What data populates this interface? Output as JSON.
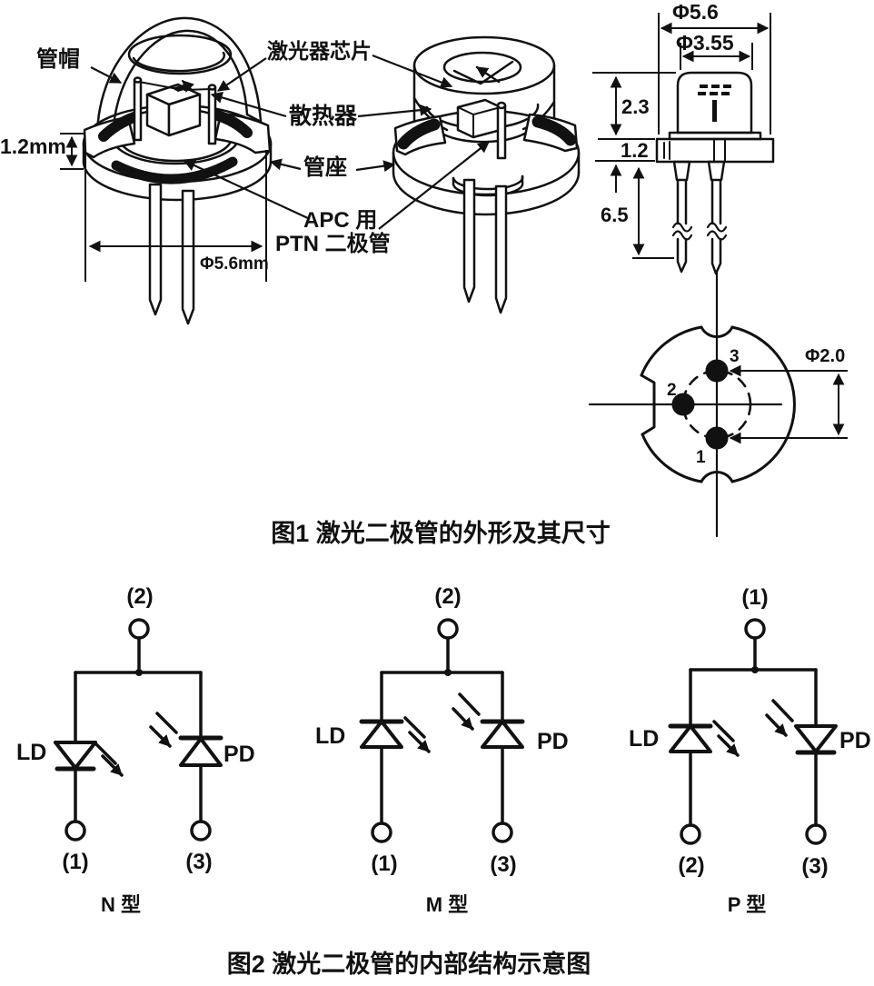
{
  "colors": {
    "ink": "#111111",
    "paper": "#ffffff"
  },
  "figure1": {
    "caption": "图1 激光二极管的外形及其尺寸",
    "labels": {
      "cap": "管帽",
      "chip": "激光器芯片",
      "heatsink": "散热器",
      "base": "管座",
      "apc": "APC 用",
      "ptn": "PTN 二极管"
    },
    "dims": {
      "flange_height": "1.2mm",
      "flange_dia_mm": "Φ5.6mm",
      "dia_outer": "Φ5.6",
      "dia_cap": "Φ3.55",
      "cap_height": "2.3",
      "flange_thickness": "1.2",
      "pin_length": "6.5",
      "pin_circle_dia": "Φ2.0"
    },
    "pin_numbers": {
      "p1": "1",
      "p2": "2",
      "p3": "3"
    }
  },
  "figure2": {
    "caption": "图2 激光二极管的内部结构示意图",
    "circuits": [
      {
        "name": "N 型",
        "top": "(2)",
        "bottom_left": "(1)",
        "bottom_right": "(3)",
        "ld": "LD",
        "pd": "PD"
      },
      {
        "name": "M 型",
        "top": "(2)",
        "bottom_left": "(1)",
        "bottom_right": "(3)",
        "ld": "LD",
        "pd": "PD"
      },
      {
        "name": "P 型",
        "top": "(1)",
        "bottom_left": "(2)",
        "bottom_right": "(3)",
        "ld": "LD",
        "pd": "PD"
      }
    ]
  }
}
